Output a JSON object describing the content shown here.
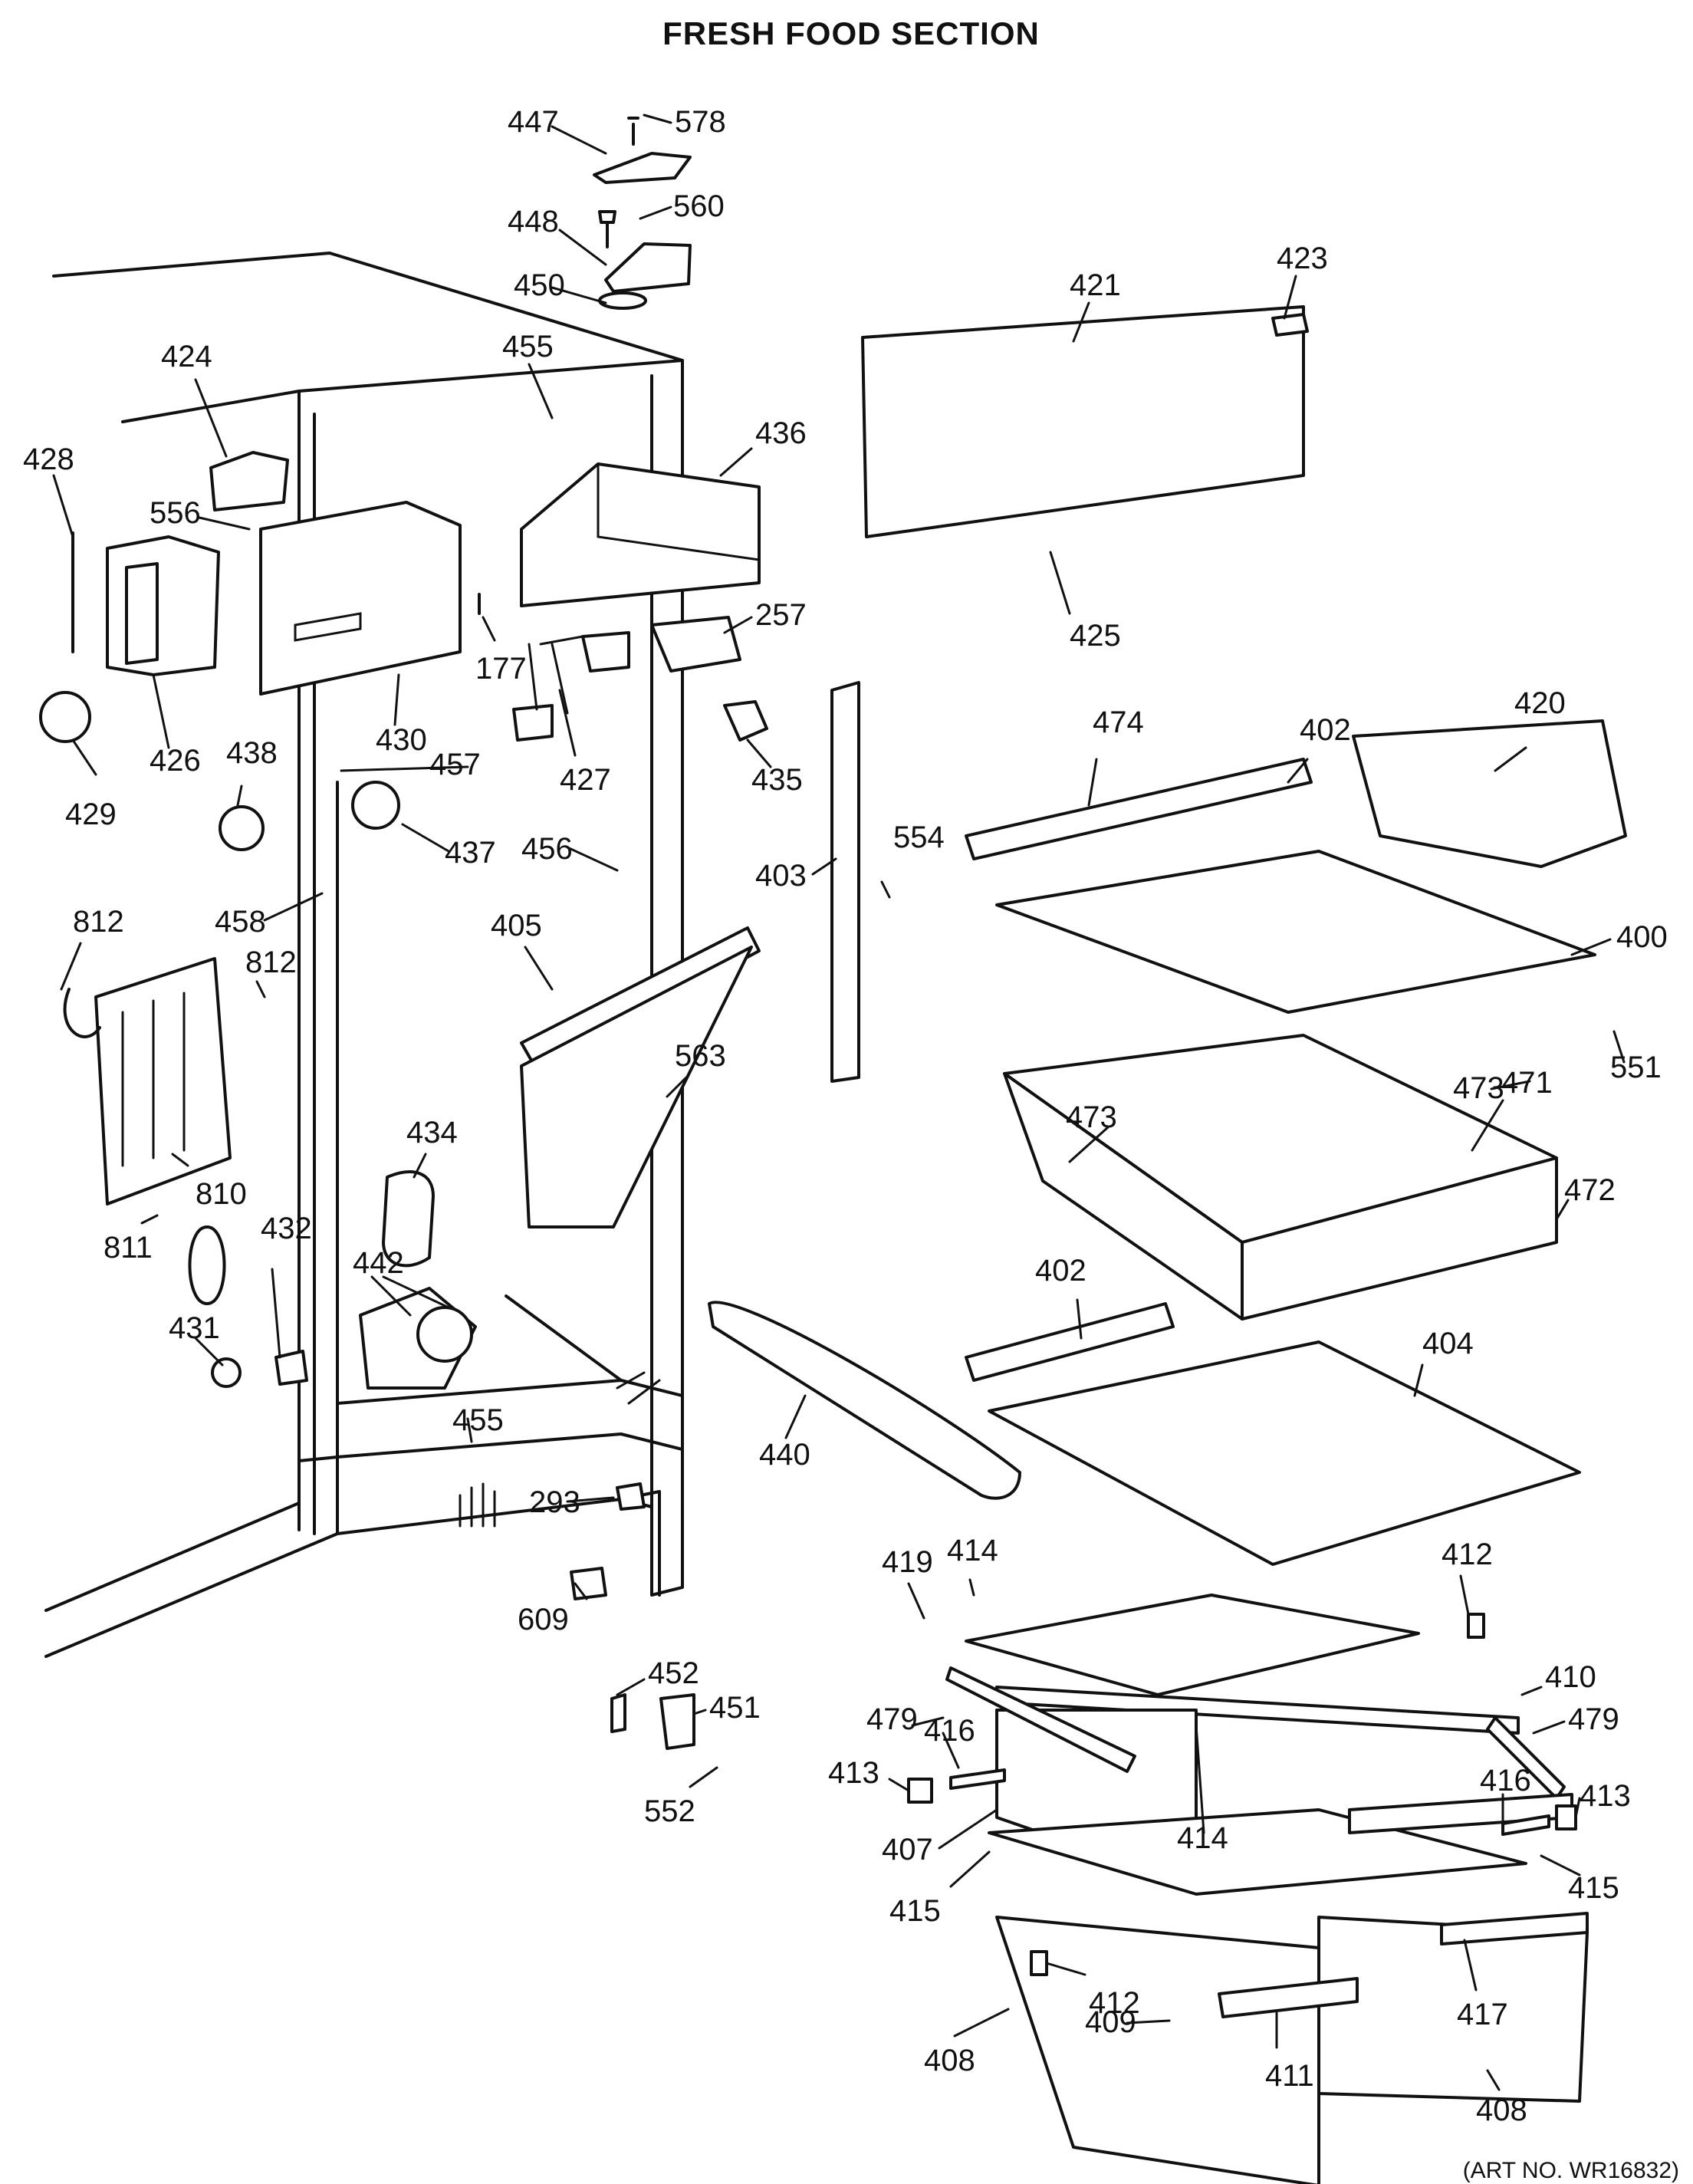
{
  "heading": "FRESH FOOD SECTION",
  "art_number": "(ART NO. WR16832)",
  "callouts": [
    {
      "id": "447",
      "text": "447"
    },
    {
      "id": "578",
      "text": "578"
    },
    {
      "id": "448",
      "text": "448"
    },
    {
      "id": "560",
      "text": "560"
    },
    {
      "id": "450",
      "text": "450"
    },
    {
      "id": "421",
      "text": "421"
    },
    {
      "id": "423",
      "text": "423"
    },
    {
      "id": "424",
      "text": "424"
    },
    {
      "id": "455a",
      "text": "455"
    },
    {
      "id": "436",
      "text": "436"
    },
    {
      "id": "428",
      "text": "428"
    },
    {
      "id": "556",
      "text": "556"
    },
    {
      "id": "257",
      "text": "257"
    },
    {
      "id": "425",
      "text": "425"
    },
    {
      "id": "177",
      "text": "177"
    },
    {
      "id": "430",
      "text": "430"
    },
    {
      "id": "426",
      "text": "426"
    },
    {
      "id": "427",
      "text": "427"
    },
    {
      "id": "435",
      "text": "435"
    },
    {
      "id": "474",
      "text": "474"
    },
    {
      "id": "402a",
      "text": "402"
    },
    {
      "id": "420",
      "text": "420"
    },
    {
      "id": "429",
      "text": "429"
    },
    {
      "id": "438",
      "text": "438"
    },
    {
      "id": "457",
      "text": "457"
    },
    {
      "id": "437",
      "text": "437"
    },
    {
      "id": "456",
      "text": "456"
    },
    {
      "id": "403",
      "text": "403"
    },
    {
      "id": "554",
      "text": "554"
    },
    {
      "id": "812a",
      "text": "812"
    },
    {
      "id": "458",
      "text": "458"
    },
    {
      "id": "405",
      "text": "405"
    },
    {
      "id": "400",
      "text": "400"
    },
    {
      "id": "812b",
      "text": "812"
    },
    {
      "id": "563",
      "text": "563"
    },
    {
      "id": "551",
      "text": "551"
    },
    {
      "id": "473a",
      "text": "473"
    },
    {
      "id": "471",
      "text": "471"
    },
    {
      "id": "473b",
      "text": "473"
    },
    {
      "id": "434",
      "text": "434"
    },
    {
      "id": "810",
      "text": "810"
    },
    {
      "id": "472",
      "text": "472"
    },
    {
      "id": "432",
      "text": "432"
    },
    {
      "id": "811",
      "text": "811"
    },
    {
      "id": "442",
      "text": "442"
    },
    {
      "id": "402b",
      "text": "402"
    },
    {
      "id": "404",
      "text": "404"
    },
    {
      "id": "431",
      "text": "431"
    },
    {
      "id": "455b",
      "text": "455"
    },
    {
      "id": "440",
      "text": "440"
    },
    {
      "id": "293",
      "text": "293"
    },
    {
      "id": "419",
      "text": "419"
    },
    {
      "id": "414a",
      "text": "414"
    },
    {
      "id": "412a",
      "text": "412"
    },
    {
      "id": "609",
      "text": "609"
    },
    {
      "id": "452",
      "text": "452"
    },
    {
      "id": "410",
      "text": "410"
    },
    {
      "id": "451",
      "text": "451"
    },
    {
      "id": "479a",
      "text": "479"
    },
    {
      "id": "416a",
      "text": "416"
    },
    {
      "id": "479b",
      "text": "479"
    },
    {
      "id": "413a",
      "text": "413"
    },
    {
      "id": "552",
      "text": "552"
    },
    {
      "id": "416b",
      "text": "416"
    },
    {
      "id": "413b",
      "text": "413"
    },
    {
      "id": "414b",
      "text": "414"
    },
    {
      "id": "407",
      "text": "407"
    },
    {
      "id": "415a",
      "text": "415"
    },
    {
      "id": "415b",
      "text": "415"
    },
    {
      "id": "412b",
      "text": "412"
    },
    {
      "id": "417",
      "text": "417"
    },
    {
      "id": "408a",
      "text": "408"
    },
    {
      "id": "409",
      "text": "409"
    },
    {
      "id": "411",
      "text": "411"
    },
    {
      "id": "408b",
      "text": "408"
    }
  ]
}
